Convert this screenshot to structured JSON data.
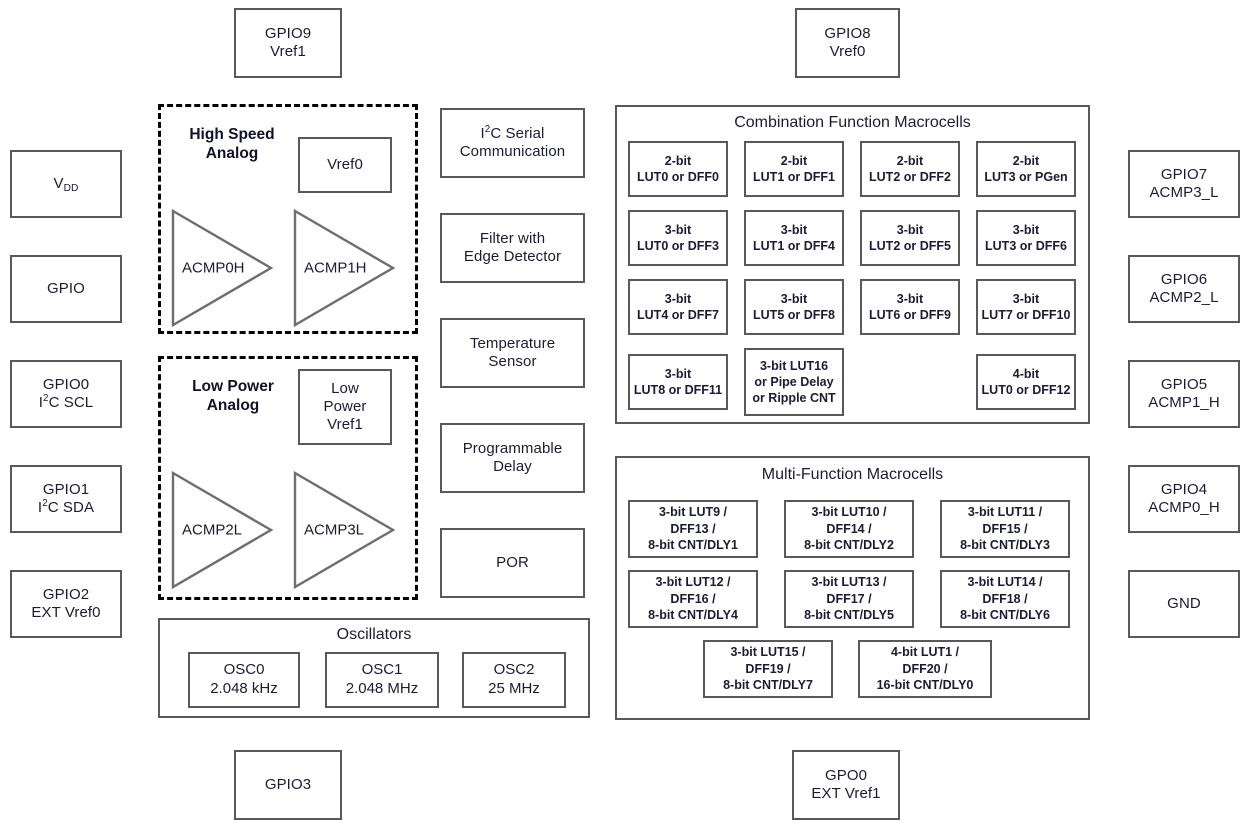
{
  "diagram": {
    "title_top_left": "GPIO9 / Vref1",
    "top_pads": [
      {
        "name": "gpio9",
        "line1": "GPIO9",
        "line2": "Vref1"
      },
      {
        "name": "gpio8",
        "line1": "GPIO8",
        "line2": "Vref0"
      }
    ],
    "bottom_pads": [
      {
        "name": "gpio3",
        "line1": "GPIO3",
        "line2": ""
      },
      {
        "name": "gpo0",
        "line1": "GPO0",
        "line2": "EXT Vref1"
      }
    ],
    "left_pads": [
      {
        "name": "vdd",
        "line1": "VDD",
        "line2": "",
        "sub": "DD",
        "base": "V"
      },
      {
        "name": "gpio",
        "line1": "GPIO",
        "line2": ""
      },
      {
        "name": "gpio0",
        "line1": "GPIO0",
        "line2": "I2C SCL"
      },
      {
        "name": "gpio1",
        "line1": "GPIO1",
        "line2": "I2C SDA"
      },
      {
        "name": "gpio2",
        "line1": "GPIO2",
        "line2": "EXT Vref0"
      }
    ],
    "right_pads": [
      {
        "name": "gpio7",
        "line1": "GPIO7",
        "line2": "ACMP3_L"
      },
      {
        "name": "gpio6",
        "line1": "GPIO6",
        "line2": "ACMP2_L"
      },
      {
        "name": "gpio5",
        "line1": "GPIO5",
        "line2": "ACMP1_H"
      },
      {
        "name": "gpio4",
        "line1": "GPIO4",
        "line2": "ACMP0_H"
      },
      {
        "name": "gnd",
        "line1": "GND",
        "line2": ""
      }
    ],
    "high_speed_analog": {
      "label_line1": "High Speed",
      "label_line2": "Analog",
      "vref_box": "Vref0",
      "comparators": [
        "ACMP0H",
        "ACMP1H"
      ]
    },
    "low_power_analog": {
      "label_line1": "Low Power",
      "label_line2": "Analog",
      "vref_box_lines": [
        "Low",
        "Power",
        "Vref1"
      ],
      "comparators": [
        "ACMP2L",
        "ACMP3L"
      ]
    },
    "middle_blocks": [
      {
        "name": "i2c-serial",
        "line1": "I2C Serial",
        "line2": "Communication"
      },
      {
        "name": "filter-edge-detector",
        "line1": "Filter with",
        "line2": "Edge Detector"
      },
      {
        "name": "temperature-sensor",
        "line1": "Temperature",
        "line2": "Sensor"
      },
      {
        "name": "programmable-delay",
        "line1": "Programmable",
        "line2": "Delay"
      },
      {
        "name": "por",
        "line1": "POR",
        "line2": ""
      }
    ],
    "oscillators": {
      "title": "Oscillators",
      "items": [
        {
          "line1": "OSC0",
          "line2": "2.048 kHz"
        },
        {
          "line1": "OSC1",
          "line2": "2.048 MHz"
        },
        {
          "line1": "OSC2",
          "line2": "25 MHz"
        }
      ]
    },
    "combination_macrocells": {
      "title": "Combination Function Macrocells",
      "cells": [
        {
          "line1": "2-bit",
          "line2": "LUT0 or DFF0",
          "line3": ""
        },
        {
          "line1": "2-bit",
          "line2": "LUT1 or DFF1",
          "line3": ""
        },
        {
          "line1": "2-bit",
          "line2": "LUT2 or DFF2",
          "line3": ""
        },
        {
          "line1": "2-bit",
          "line2": "LUT3 or PGen",
          "line3": ""
        },
        {
          "line1": "3-bit",
          "line2": "LUT0 or DFF3",
          "line3": ""
        },
        {
          "line1": "3-bit",
          "line2": "LUT1 or DFF4",
          "line3": ""
        },
        {
          "line1": "3-bit",
          "line2": "LUT2 or DFF5",
          "line3": ""
        },
        {
          "line1": "3-bit",
          "line2": "LUT3 or DFF6",
          "line3": ""
        },
        {
          "line1": "3-bit",
          "line2": "LUT4 or DFF7",
          "line3": ""
        },
        {
          "line1": "3-bit",
          "line2": "LUT5 or DFF8",
          "line3": ""
        },
        {
          "line1": "3-bit",
          "line2": "LUT6 or DFF9",
          "line3": ""
        },
        {
          "line1": "3-bit",
          "line2": "LUT7 or DFF10",
          "line3": ""
        },
        {
          "line1": "3-bit",
          "line2": "LUT8 or DFF11",
          "line3": ""
        },
        {
          "line1": "3-bit LUT16",
          "line2": "or Pipe Delay",
          "line3": "or Ripple CNT"
        },
        {
          "line1": "4-bit",
          "line2": "LUT0 or DFF12",
          "line3": ""
        }
      ]
    },
    "multi_function_macrocells": {
      "title": "Multi-Function Macrocells",
      "cells": [
        {
          "line1": "3-bit LUT9 /",
          "line2": "DFF13 /",
          "line3": "8-bit CNT/DLY1"
        },
        {
          "line1": "3-bit LUT10 /",
          "line2": "DFF14 /",
          "line3": "8-bit CNT/DLY2"
        },
        {
          "line1": "3-bit LUT11 /",
          "line2": "DFF15 /",
          "line3": "8-bit CNT/DLY3"
        },
        {
          "line1": "3-bit LUT12 /",
          "line2": "DFF16 /",
          "line3": "8-bit CNT/DLY4"
        },
        {
          "line1": "3-bit LUT13 /",
          "line2": "DFF17 /",
          "line3": "8-bit CNT/DLY5"
        },
        {
          "line1": "3-bit LUT14 /",
          "line2": "DFF18 /",
          "line3": "8-bit CNT/DLY6"
        },
        {
          "line1": "3-bit LUT15 /",
          "line2": "DFF19 /",
          "line3": "8-bit CNT/DLY7"
        },
        {
          "line1": "4-bit LUT1 /",
          "line2": "DFF20 /",
          "line3": "16-bit CNT/DLY0"
        }
      ]
    },
    "colors": {
      "border": "#58595b",
      "dashed_border": "#000000",
      "text": "#1b1b33",
      "background": "#ffffff"
    }
  }
}
